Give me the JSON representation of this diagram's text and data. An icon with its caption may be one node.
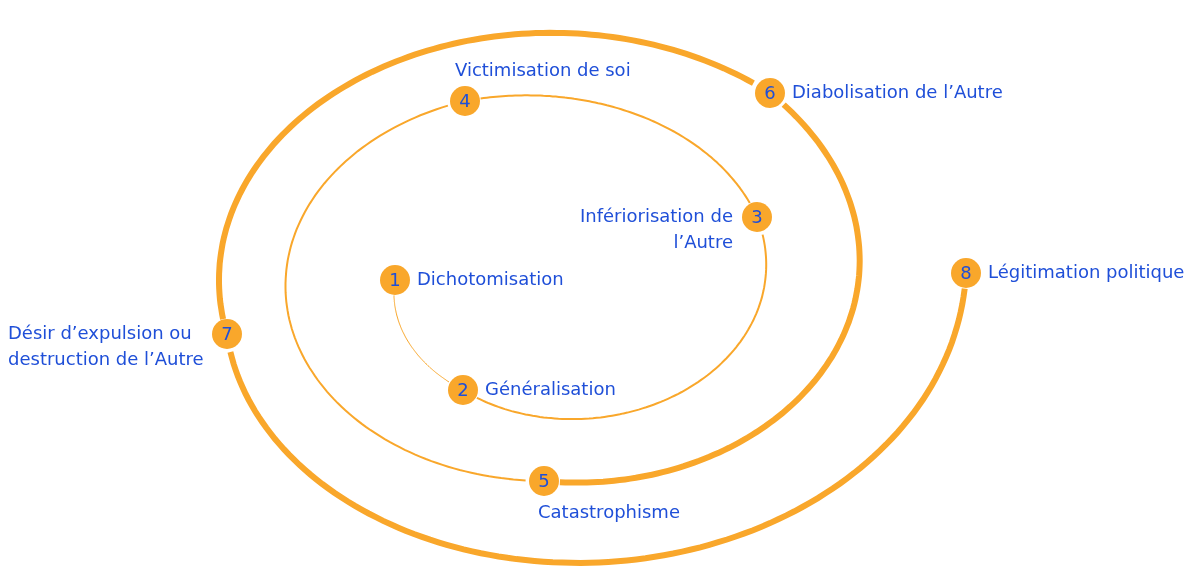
{
  "diagram": {
    "nodes": [
      {
        "text": [
          "1"
        ],
        "beside": [
          "Dichotomisation"
        ]
      },
      {
        "text": [
          "2"
        ],
        "beside": [
          "Généralisation"
        ]
      },
      {
        "text": [
          "3"
        ],
        "beside": [
          "Infériorisation de l’Autre"
        ]
      },
      {
        "text": [
          "4"
        ],
        "beside": [
          "Victimisation de soi"
        ]
      },
      {
        "text": [
          "5"
        ],
        "beside": [
          "Catastrophisme"
        ]
      },
      {
        "text": [
          "6"
        ],
        "beside": [
          "Diabolisation de l’Autre"
        ]
      },
      {
        "text": [
          "7"
        ],
        "beside": [
          "Désir d’expulsion ou destruction de l’Autre"
        ]
      },
      {
        "text": [
          "8"
        ],
        "beside": [
          "Légitimation politique"
        ]
      }
    ],
    "edges": [
      {
        "from": 0,
        "to": 1,
        "arrow": "none"
      },
      {
        "from": 1,
        "to": 2,
        "arrow": "none"
      },
      {
        "from": 2,
        "to": 3,
        "arrow": "none"
      },
      {
        "from": 3,
        "to": 4,
        "arrow": "none"
      },
      {
        "from": 4,
        "to": 5,
        "arrow": "none",
        "style": "thick"
      },
      {
        "from": 5,
        "to": 6,
        "arrow": "none",
        "style": "thick"
      },
      {
        "from": 6,
        "to": 7,
        "arrow": "none",
        "style": "thick"
      }
    ]
  }
}
